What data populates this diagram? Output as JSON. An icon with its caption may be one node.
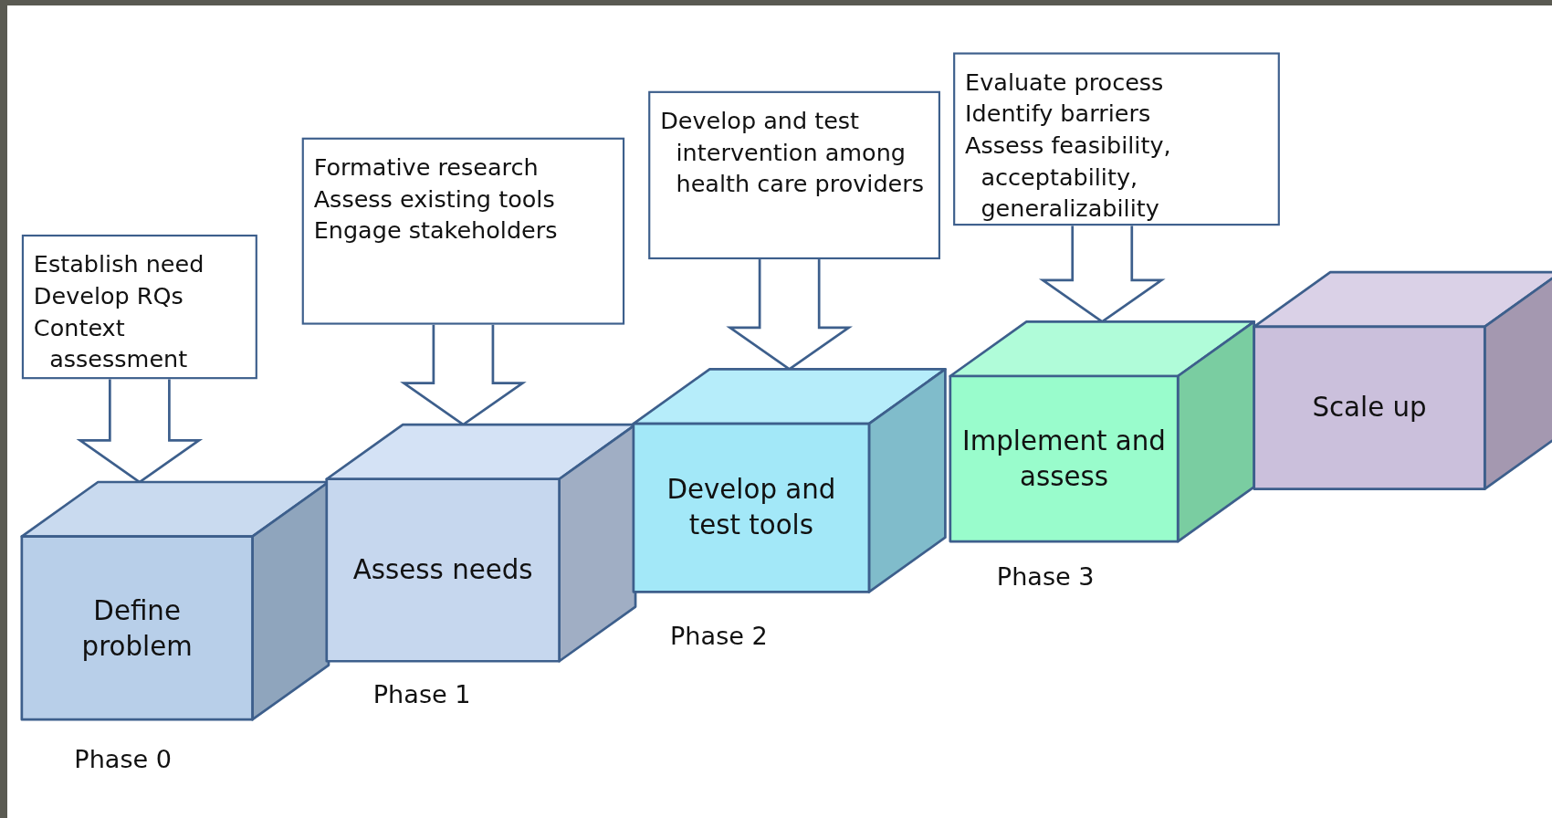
{
  "diagram": {
    "nodes": [
      {
        "text": [
          "Establish need",
          "Develop RQs",
          "Context assessment"
        ]
      },
      {
        "text": [
          "Define problem"
        ],
        "beside": [
          "Phase 0"
        ]
      },
      {
        "text": [
          "Formative research",
          "Assess existing tools",
          "Engage stakeholders"
        ]
      },
      {
        "text": [
          "Assess needs"
        ],
        "beside": [
          "Phase 1"
        ]
      },
      {
        "text": [
          "Develop and test intervention among health care providers"
        ]
      },
      {
        "text": [
          "Develop and test tools"
        ],
        "beside": [
          "Phase 2"
        ]
      },
      {
        "text": [
          "Evaluate process",
          "Identify barriers",
          "Assess feasibility, acceptability, generalizability"
        ]
      },
      {
        "text": [
          "Implement and assess"
        ],
        "beside": [
          "Phase 3"
        ]
      },
      {
        "text": [
          "Scale up"
        ]
      }
    ],
    "edges": [
      {
        "from": 0,
        "to": 1,
        "arrow": "to"
      },
      {
        "from": 2,
        "to": 3,
        "arrow": "to"
      },
      {
        "from": 4,
        "to": 5,
        "arrow": "to"
      },
      {
        "from": 6,
        "to": 7,
        "arrow": "to"
      }
    ]
  }
}
